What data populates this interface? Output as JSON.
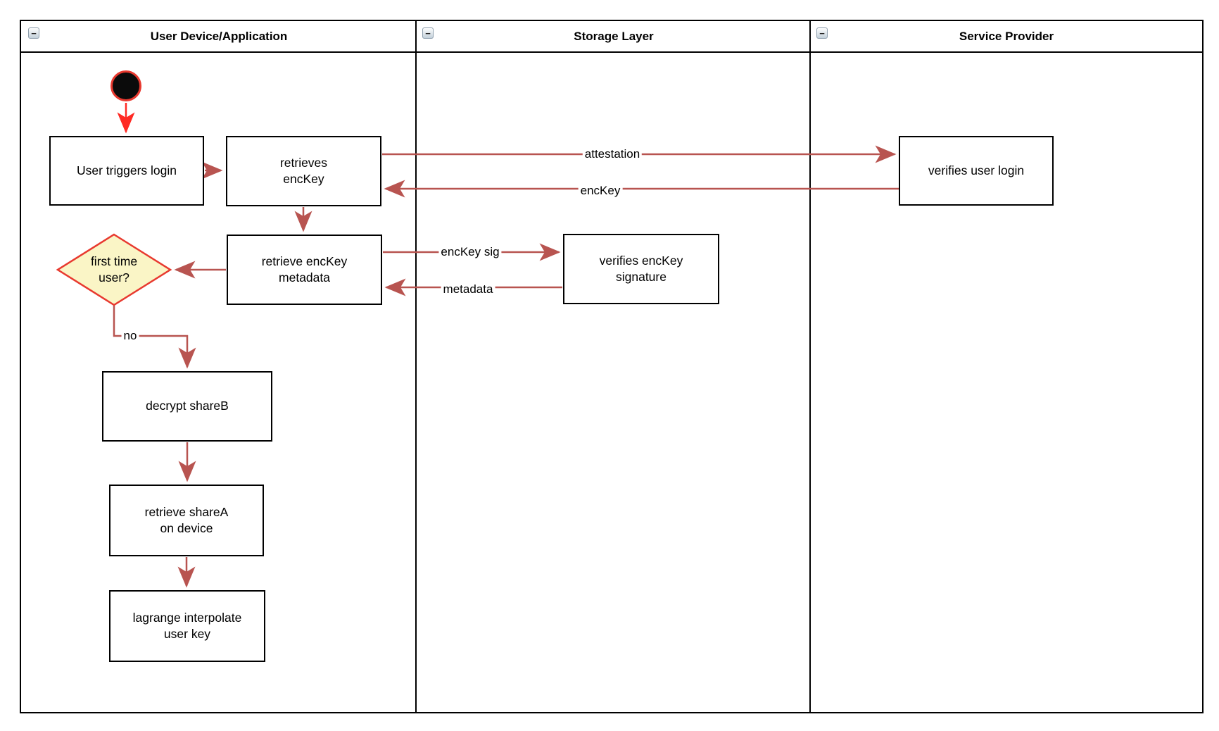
{
  "diagram": {
    "lanes": [
      {
        "title": "User Device/Application",
        "collapse_glyph": "−"
      },
      {
        "title": "Storage Layer",
        "collapse_glyph": "−"
      },
      {
        "title": "Service Provider",
        "collapse_glyph": "−"
      }
    ],
    "nodes": {
      "start": {
        "kind": "initial-node"
      },
      "user_triggers_login": {
        "label": "User triggers login"
      },
      "retrieves_enckey": {
        "label": "retrieves\nencKey"
      },
      "verifies_user_login": {
        "label": "verifies user login"
      },
      "retrieve_enckey_metadata": {
        "label": "retrieve encKey\nmetadata"
      },
      "verifies_enckey_signature": {
        "label": "verifies encKey\nsignature"
      },
      "first_time_user": {
        "label": "first time\nuser?"
      },
      "decrypt_shareb": {
        "label": "decrypt shareB"
      },
      "retrieve_sharea": {
        "label": "retrieve shareA\non device"
      },
      "lagrange_interpolate": {
        "label": "lagrange interpolate\nuser key"
      }
    },
    "edge_labels": {
      "attestation": "attestation",
      "enckey": "encKey",
      "enckey_sig": "encKey sig",
      "metadata": "metadata",
      "no": "no"
    },
    "colors": {
      "edge_stroke": "#B85450",
      "start_edge_stroke": "#FF2A24",
      "node_stroke": "#000000",
      "decision_fill": "#FAF5C6",
      "decision_stroke": "#E8392F",
      "initial_node_fill": "#0B0B0B",
      "initial_node_stroke": "#E8392F"
    }
  }
}
